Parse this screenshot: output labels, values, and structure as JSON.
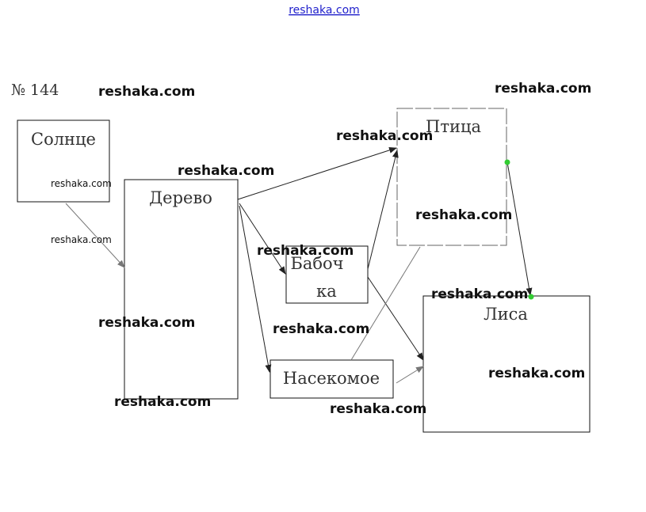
{
  "header_link": "reshaka.com",
  "problem_number": "№ 144",
  "nodes": {
    "sun": "Солнце",
    "tree": "Дерево",
    "bird": "Птица",
    "butterfly_1": "Бабоч",
    "butterfly_2": "ка",
    "insect": "Насекомое",
    "fox": "Лиса"
  },
  "watermark": "reshaka.com",
  "colors": {
    "link": "#2222cc",
    "connector_dot": "#33cc33"
  }
}
